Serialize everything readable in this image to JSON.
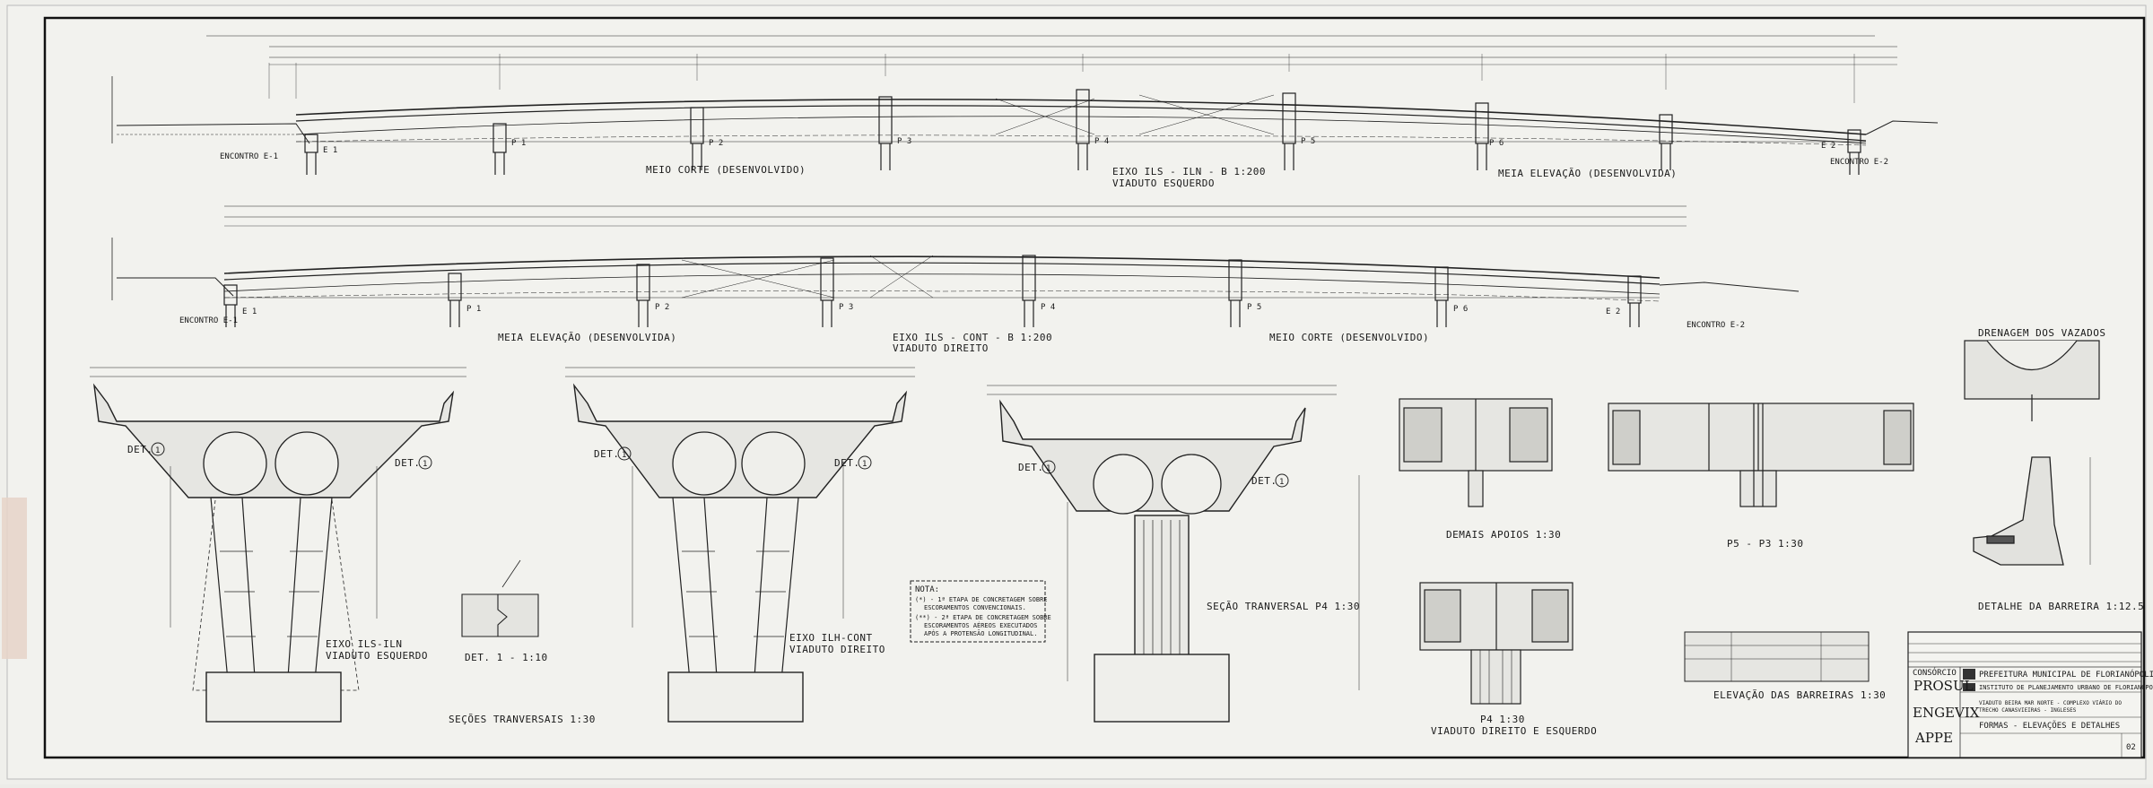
{
  "top_elevation": {
    "left_caption": "MEIO CORTE (DESENVOLVIDO)",
    "right_caption": "MEIA ELEVAÇÃO (DESENVOLVIDA)",
    "title": "EIXO ILS - ILN - B 1:200",
    "subtitle": "VIADUTO ESQUERDO",
    "encontro_left": "ENCONTRO E-1",
    "encontro_right": "ENCONTRO E-2",
    "piers": [
      "E 1",
      "P 1",
      "P 2",
      "P 3",
      "P 4",
      "P 5",
      "P 6",
      "E 2"
    ]
  },
  "mid_elevation": {
    "left_caption": "MEIA ELEVAÇÃO (DESENVOLVIDA)",
    "right_caption": "MEIO CORTE (DESENVOLVIDO)",
    "title": "EIXO ILS - CONT - B 1:200",
    "subtitle": "VIADUTO DIREITO",
    "encontro_left": "ENCONTRO E-1",
    "encontro_right": "ENCONTRO E-2",
    "piers": [
      "E 1",
      "P 1",
      "P 2",
      "P 3",
      "P 4",
      "P 5",
      "P 6",
      "E 2"
    ]
  },
  "sections": {
    "sec1": {
      "title": "EIXO ILS-ILN",
      "subtitle": "VIADUTO ESQUERDO",
      "det_left": "DET.",
      "det_right": "DET.",
      "det_num": "1"
    },
    "sec2": {
      "title": "EIXO ILH-CONT",
      "subtitle": "VIADUTO DIREITO",
      "det_left": "DET.",
      "det_right": "DET.",
      "det_num": "1"
    },
    "sec3": {
      "title": "SEÇÃO TRANVERSAL P4 1:30",
      "det_left": "DET.",
      "det_right": "DET.",
      "det_num": "1"
    },
    "group_title": "SEÇÕES TRANVERSAIS 1:30",
    "det1_title": "DET. 1 - 1:10"
  },
  "note": {
    "heading": "NOTA:",
    "line1a": "(*) - 1ª ETAPA DE CONCRETAGEM SOBRE",
    "line1b": "ESCORAMENTOS CONVENCIONAIS.",
    "line2a": "(**) - 2ª ETAPA DE CONCRETAGEM SOBRE",
    "line2b": "ESCORAMENTOS AÉREOS EXECUTADOS",
    "line2c": "APÓS A PROTENSÃO LONGITUDINAL."
  },
  "details": {
    "demais_apoios": "DEMAIS APOIOS 1:30",
    "p5_p3": "P5 - P3 1:30",
    "p4_title": "P4 1:30",
    "p4_sub": "VIADUTO DIREITO E ESQUERDO",
    "elev_barreiras": "ELEVAÇÃO DAS BARREIRAS 1:30",
    "drenagem": "DRENAGEM DOS VAZADOS",
    "det_barreira": "DETALHE DA BARREIRA 1:12.5"
  },
  "title_block": {
    "consorcio": "CONSÓRCIO",
    "firm1": "PROSUL",
    "firm2": "ENGEVIX",
    "firm3": "APPE",
    "client": "PREFEITURA MUNICIPAL DE FLORIANÓPOLIS",
    "institute": "INSTITUTO DE PLANEJAMENTO URBANO DE FLORIANÓPOLIS",
    "project_line1": "VIADUTO BEIRA MAR NORTE - COMPLEXO VIÁRIO DO",
    "project_line2": "TRECHO CANASVIEIRAS - INGLESES",
    "drawing_title": "FORMAS - ELEVAÇÕES E DETALHES",
    "sheet_no": "02"
  }
}
